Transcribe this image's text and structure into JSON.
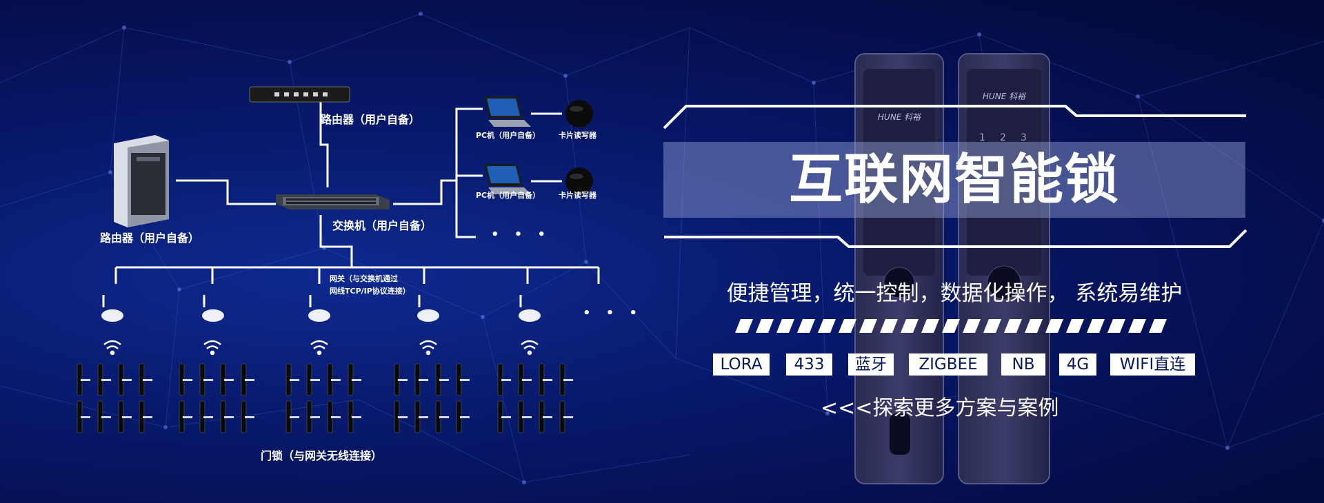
{
  "diagram": {
    "labels": {
      "router_top": "路由器（用户自备）",
      "router_left": "路由器（用户自备）",
      "switch": "交换机（用户自备）",
      "pc1": "PC机（用户自备）",
      "card_reader1": "卡片读写器",
      "pc2": "PC机（用户自备）",
      "card_reader2": "卡片读写器",
      "gateway_line1": "网关（与交换机通过",
      "gateway_line2": "网线TCP/IP协议连接）",
      "door_lock": "门锁（与网关无线连接）"
    },
    "ellipsis": "• • •",
    "icons": [
      "router-icon",
      "server-icon",
      "switch-icon",
      "laptop-icon",
      "card-reader-icon",
      "gateway-icon",
      "wifi-icon",
      "door-lock-icon"
    ],
    "colors": {
      "line": "#ffffff",
      "device_black": "#111111",
      "background": "#06135a"
    }
  },
  "banner": {
    "headline": "互联网智能锁",
    "subtitle": "便捷管理，统一控制，数据化操作， 系统易维护",
    "tags": [
      "LORA",
      "433",
      "蓝牙",
      "ZIGBEE",
      "NB",
      "4G",
      "WIFI直连"
    ],
    "explore": "<<<探索更多方案与案例",
    "colors": {
      "tag_bg": "#ffffff",
      "tag_text": "#071a5e",
      "band": "rgba(150,165,215,0.45)"
    }
  },
  "product": {
    "brand": "HUNE 科裕",
    "keypad": [
      "1",
      "2",
      "3"
    ],
    "icons": [
      "smart-lock-panel-icon"
    ]
  }
}
